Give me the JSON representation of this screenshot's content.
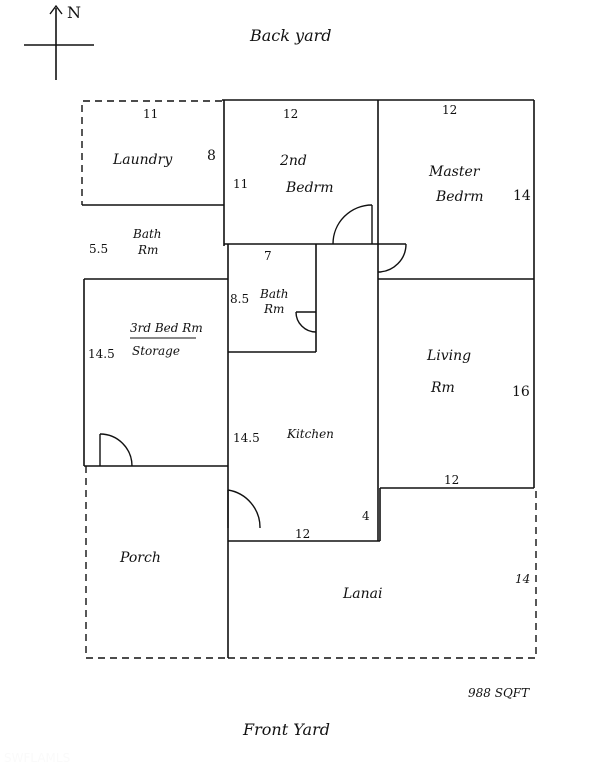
{
  "compass": {
    "label": "N"
  },
  "headings": {
    "back_yard": "Back yard",
    "front_yard": "Front Yard"
  },
  "area_note": "988 SQFT",
  "watermark": "SWFLAMLS",
  "rooms": [
    {
      "id": "laundry",
      "lines": [
        "Laundry"
      ]
    },
    {
      "id": "second-bedroom",
      "lines": [
        "2nd",
        "Bedrm"
      ]
    },
    {
      "id": "master-bedroom",
      "lines": [
        "Master",
        "Bedrm"
      ]
    },
    {
      "id": "bath-west",
      "lines": [
        "Bath",
        "Rm"
      ]
    },
    {
      "id": "bath-center",
      "lines": [
        "Bath",
        "Rm"
      ]
    },
    {
      "id": "third-bedroom",
      "lines": [
        "3rd Bed Rm",
        "Storage"
      ]
    },
    {
      "id": "living-room",
      "lines": [
        "Living",
        "Rm"
      ]
    },
    {
      "id": "kitchen",
      "lines": [
        "Kitchen"
      ]
    },
    {
      "id": "porch",
      "lines": [
        "Porch"
      ]
    },
    {
      "id": "lanai",
      "lines": [
        "Lanai"
      ]
    }
  ],
  "dimensions": [
    {
      "id": "laundry-width",
      "text": "11"
    },
    {
      "id": "laundry-depth",
      "text": "8"
    },
    {
      "id": "second-bedroom-width",
      "text": "12"
    },
    {
      "id": "second-bedroom-depth",
      "text": "11"
    },
    {
      "id": "master-width",
      "text": "12"
    },
    {
      "id": "master-depth",
      "text": "14"
    },
    {
      "id": "bath-west-depth",
      "text": "5.5"
    },
    {
      "id": "bath-center-width",
      "text": "7"
    },
    {
      "id": "bath-center-depth",
      "text": "8.5"
    },
    {
      "id": "third-bedroom-depth",
      "text": "14.5"
    },
    {
      "id": "living-depth",
      "text": "16"
    },
    {
      "id": "living-width",
      "text": "12"
    },
    {
      "id": "kitchen-depth",
      "text": "14.5"
    },
    {
      "id": "kitchen-step",
      "text": "4"
    },
    {
      "id": "kitchen-width",
      "text": "12"
    },
    {
      "id": "lanai-depth",
      "text": "14"
    }
  ]
}
